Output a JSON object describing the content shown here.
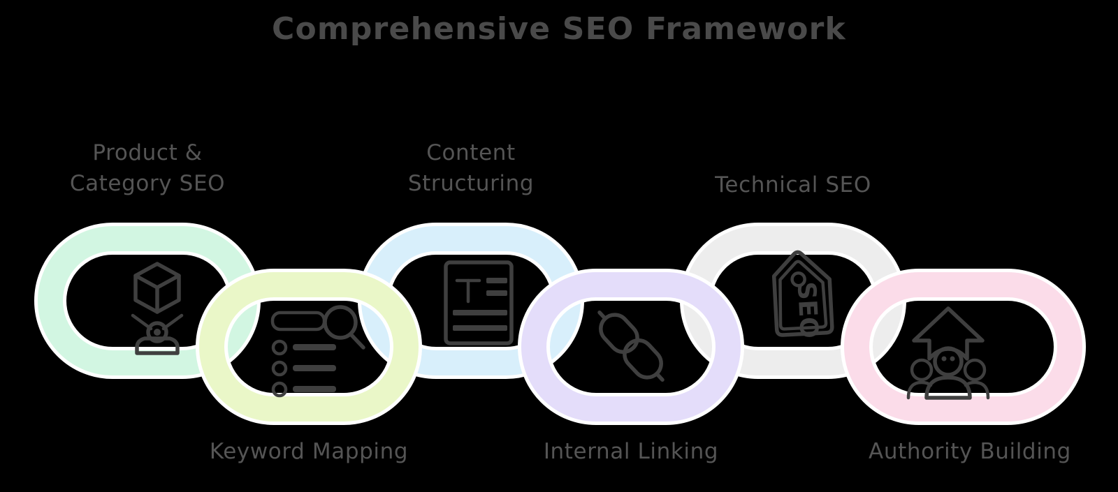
{
  "title": "Comprehensive SEO Framework",
  "colors": {
    "background": "#000000",
    "title_text": "#4a4a4a",
    "label_text": "#555555",
    "link_outline": "#ffffff",
    "icon_stroke": "#3f3f3f"
  },
  "chain": {
    "links": [
      {
        "index": 1,
        "label": "Product &\nCategory SEO",
        "label_position": "above",
        "color": "#d2f6e2",
        "icon": "product-box-icon",
        "vertical_offset": "raised"
      },
      {
        "index": 2,
        "label": "Keyword Mapping",
        "label_position": "below",
        "color": "#eaf7c8",
        "icon": "keyword-search-list-icon",
        "vertical_offset": "lowered"
      },
      {
        "index": 3,
        "label": "Content\nStructuring",
        "label_position": "above",
        "color": "#d8effb",
        "icon": "text-document-icon",
        "vertical_offset": "raised"
      },
      {
        "index": 4,
        "label": "Internal Linking",
        "label_position": "below",
        "color": "#e4ddfa",
        "icon": "chain-link-icon",
        "vertical_offset": "lowered"
      },
      {
        "index": 5,
        "label": "Technical SEO",
        "label_position": "above",
        "color": "#ededed",
        "icon": "seo-tag-icon",
        "vertical_offset": "raised"
      },
      {
        "index": 6,
        "label": "Authority Building",
        "label_position": "below",
        "color": "#fbdce9",
        "icon": "audience-growth-icon",
        "vertical_offset": "lowered"
      }
    ]
  },
  "icon_labels": {
    "seo_tag_text": "SEO"
  }
}
